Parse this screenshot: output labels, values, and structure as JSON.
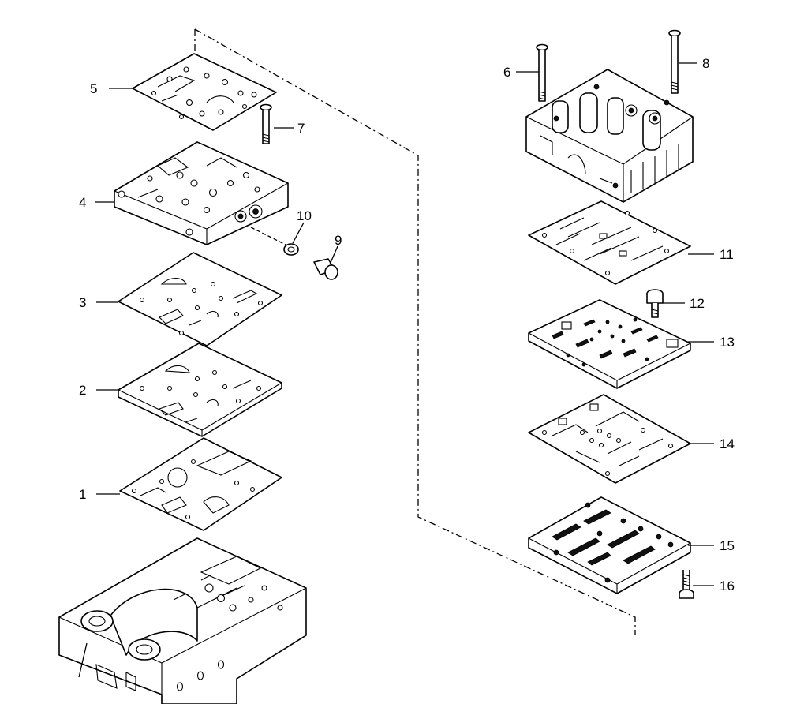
{
  "callouts": [
    "1",
    "2",
    "3",
    "4",
    "5",
    "6",
    "7",
    "8",
    "9",
    "10",
    "11",
    "12",
    "13",
    "14",
    "15",
    "16"
  ],
  "colors": {
    "line": "#000000",
    "background": "#ffffff"
  },
  "parts": [
    {
      "id": "1",
      "kind": "gasket-plate"
    },
    {
      "id": "2",
      "kind": "intermediate-plate"
    },
    {
      "id": "3",
      "kind": "gasket-plate"
    },
    {
      "id": "4",
      "kind": "valve-body"
    },
    {
      "id": "5",
      "kind": "cover-plate"
    },
    {
      "id": "6",
      "kind": "bolt"
    },
    {
      "id": "7",
      "kind": "bolt"
    },
    {
      "id": "8",
      "kind": "bolt"
    },
    {
      "id": "9",
      "kind": "plug"
    },
    {
      "id": "10",
      "kind": "seal-ring"
    },
    {
      "id": "11",
      "kind": "gasket-plate"
    },
    {
      "id": "12",
      "kind": "screw"
    },
    {
      "id": "13",
      "kind": "intermediate-plate"
    },
    {
      "id": "14",
      "kind": "gasket-plate"
    },
    {
      "id": "15",
      "kind": "valve-body"
    },
    {
      "id": "16",
      "kind": "screw"
    }
  ]
}
